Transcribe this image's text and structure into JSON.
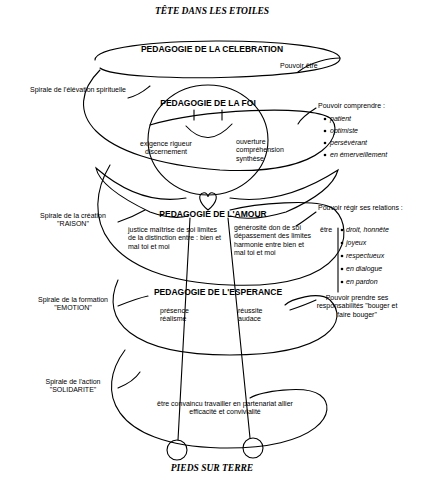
{
  "diagram": {
    "title": "TÊTE DANS LES ETOILES",
    "caption": "PIEDS SUR TERRE",
    "labels": [
      "PEDAGOGIE DE LA CELEBRATION",
      "Pouvoir être",
      "Spirale de l'élévation spirituelle",
      "PEDAGOGIE DE LA FOI",
      "Pouvoir comprendre :",
      "patient",
      "optimiste",
      "persévérant",
      "en émerveillement",
      "exigence rigueur discernement",
      "ouverture compréhension synthèse",
      "Spirale de la création \"RAISON\"",
      "PEDAGOGIE DE L'AMOUR",
      "justice maîtrise de soi limites de la distinction entre : bien et mal toi et moi",
      "générosité don de soi dépassement des limites harmonie entre bien et mal toi et moi",
      "Pouvoir régir ses relations :",
      "être",
      "droit, honnête",
      "joyeux",
      "respectueux",
      "en dialogue",
      "en pardon",
      "Spirale de la formation \"EMOTION\"",
      "PEDAGOGIE DE L'ESPERANCE",
      "présence réalisme",
      "réussite audace",
      "Pouvoir prendre ses responsabilités \"bouger et faire bouger\"",
      "Spirale de l'action \"SOLIDARITE\"",
      "être convaincu travailler en partenariat allier efficacité et convivialité"
    ]
  }
}
